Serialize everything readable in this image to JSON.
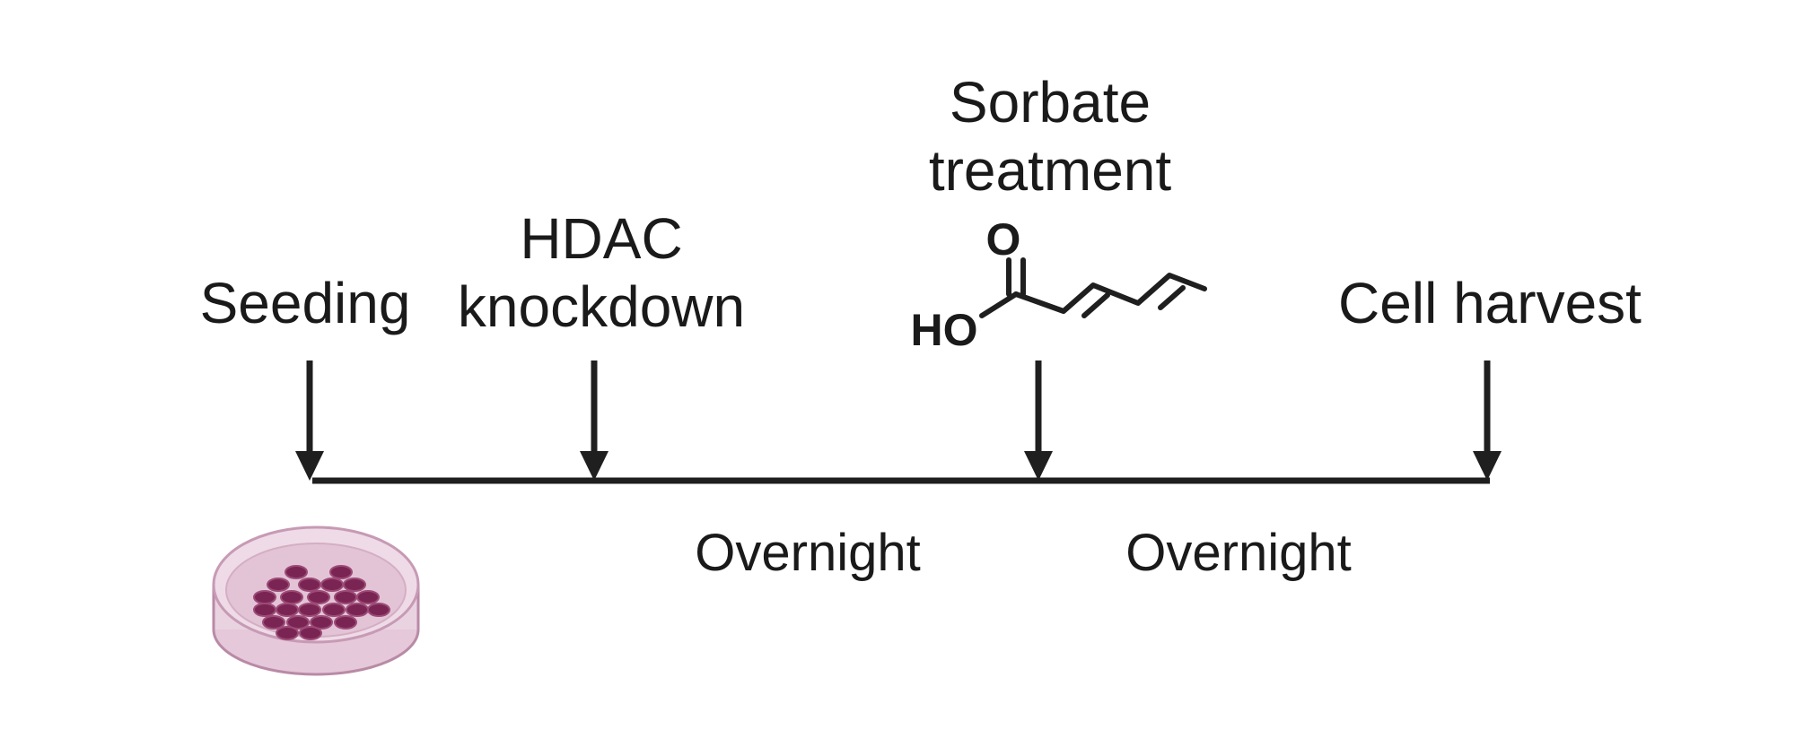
{
  "steps": [
    {
      "lines": [
        "Seeding"
      ]
    },
    {
      "lines": [
        "HDAC",
        "knockdown"
      ]
    },
    {
      "lines": [
        "Sorbate",
        "treatment"
      ]
    },
    {
      "lines": [
        "Cell harvest"
      ]
    }
  ],
  "intervals": [
    "Overnight",
    "Overnight"
  ],
  "molecule": {
    "name": "sorbic-acid",
    "atoms": {
      "oxygen": "O",
      "hydroxyl": "HO"
    }
  },
  "colors": {
    "line": "#1f1f1f",
    "dish_rim": "#c79ab5",
    "dish_fill": "#e9cfdf",
    "cells": "#7a2453"
  }
}
